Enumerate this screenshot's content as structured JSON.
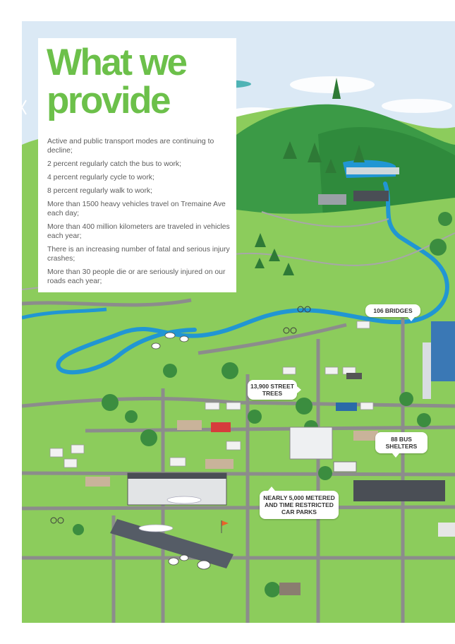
{
  "title_lines": [
    "What we",
    "provide"
  ],
  "bullets": [
    "Active and public transport modes are continuing to decline;",
    "2 percent regularly catch the bus to work;",
    "4 percent regularly cycle to work;",
    "8 percent regularly walk to work;",
    "More than 1500 heavy vehicles travel on Tremaine Ave each day;",
    "More than 400 million kilometers are traveled in vehicles each year;",
    "There is an increasing number of fatal and serious injury crashes;",
    "More than 30 people die or are seriously injured on our roads each year;"
  ],
  "callouts": {
    "bridges": "106 BRIDGES",
    "street_trees": "13,900 STREET TREES",
    "bus_shelters": "88 BUS SHELTERS",
    "car_parks": "NEARLY 5,000 METERED AND TIME RESTRICTED CAR PARKS"
  },
  "colors": {
    "title": "#6cc04a",
    "grass": "#8ccc5c",
    "hills": "#3b9a46",
    "road": "#8c8c8c",
    "river": "#2196d3",
    "sky": "#dbe9f5"
  },
  "icons": [
    "plane-icon",
    "tree-icon",
    "sheep-icon",
    "cyclist-icon",
    "bus-icon",
    "truck-icon",
    "building-icon"
  ]
}
